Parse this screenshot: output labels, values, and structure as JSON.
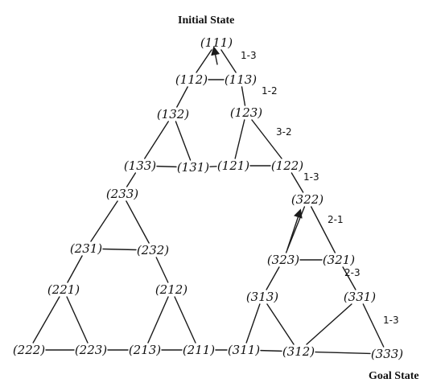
{
  "title": "Initial State",
  "footer": "Goal State",
  "nodes": [
    {
      "id": "111",
      "label": "(111)"
    },
    {
      "id": "112",
      "label": "(112)"
    },
    {
      "id": "113",
      "label": "(113)"
    },
    {
      "id": "132",
      "label": "(132)"
    },
    {
      "id": "123",
      "label": "(123)"
    },
    {
      "id": "133",
      "label": "(133)"
    },
    {
      "id": "131",
      "label": "(131)"
    },
    {
      "id": "121",
      "label": "(121)"
    },
    {
      "id": "122",
      "label": "(122)"
    },
    {
      "id": "233",
      "label": "(233)"
    },
    {
      "id": "322",
      "label": "(322)"
    },
    {
      "id": "231",
      "label": "(231)"
    },
    {
      "id": "232",
      "label": "(232)"
    },
    {
      "id": "323",
      "label": "(323)"
    },
    {
      "id": "321",
      "label": "(321)"
    },
    {
      "id": "221",
      "label": "(221)"
    },
    {
      "id": "212",
      "label": "(212)"
    },
    {
      "id": "313",
      "label": "(313)"
    },
    {
      "id": "331",
      "label": "(331)"
    },
    {
      "id": "222",
      "label": "(222)"
    },
    {
      "id": "223",
      "label": "(223)"
    },
    {
      "id": "213",
      "label": "(213)"
    },
    {
      "id": "211",
      "label": "(211)"
    },
    {
      "id": "311",
      "label": "(311)"
    },
    {
      "id": "312",
      "label": "(312)"
    },
    {
      "id": "333",
      "label": "(333)"
    }
  ],
  "edges": [
    [
      "111",
      "112"
    ],
    [
      "111",
      "113"
    ],
    [
      "112",
      "113"
    ],
    [
      "112",
      "132"
    ],
    [
      "113",
      "123"
    ],
    [
      "132",
      "133"
    ],
    [
      "132",
      "131"
    ],
    [
      "133",
      "131"
    ],
    [
      "123",
      "121"
    ],
    [
      "123",
      "122"
    ],
    [
      "121",
      "122"
    ],
    [
      "131",
      "121"
    ],
    [
      "133",
      "233"
    ],
    [
      "122",
      "322"
    ],
    [
      "233",
      "231"
    ],
    [
      "233",
      "232"
    ],
    [
      "231",
      "232"
    ],
    [
      "322",
      "323"
    ],
    [
      "322",
      "321"
    ],
    [
      "323",
      "321"
    ],
    [
      "231",
      "221"
    ],
    [
      "232",
      "212"
    ],
    [
      "323",
      "313"
    ],
    [
      "321",
      "331"
    ],
    [
      "221",
      "222"
    ],
    [
      "221",
      "223"
    ],
    [
      "222",
      "223"
    ],
    [
      "212",
      "213"
    ],
    [
      "212",
      "211"
    ],
    [
      "213",
      "211"
    ],
    [
      "313",
      "311"
    ],
    [
      "313",
      "312"
    ],
    [
      "311",
      "312"
    ],
    [
      "331",
      "312"
    ],
    [
      "331",
      "333"
    ],
    [
      "312",
      "333"
    ],
    [
      "223",
      "213"
    ],
    [
      "211",
      "311"
    ]
  ],
  "moves": [
    {
      "id": "m1",
      "label": "1-3"
    },
    {
      "id": "m2",
      "label": "1-2"
    },
    {
      "id": "m3",
      "label": "3-2"
    },
    {
      "id": "m4",
      "label": "1-3"
    },
    {
      "id": "m5",
      "label": "2-1"
    },
    {
      "id": "m6",
      "label": "2-3"
    },
    {
      "id": "m7",
      "label": "1-3"
    }
  ]
}
